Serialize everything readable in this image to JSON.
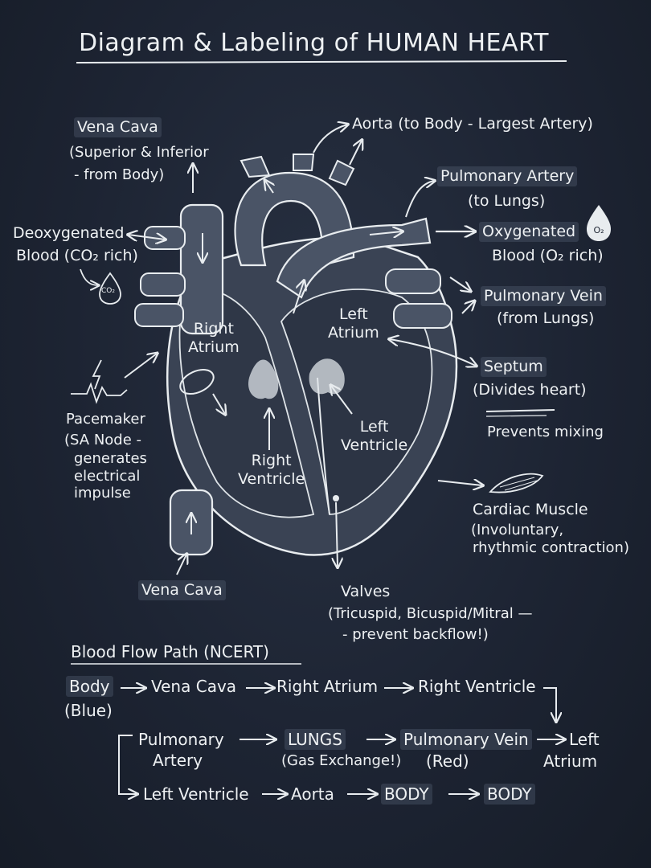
{
  "title": "Diagram & Labeling of HUMAN HEART",
  "labels": {
    "vena_cava_top": "Vena Cava",
    "vena_cava_top_sub1": "(Superior & Inferior",
    "vena_cava_top_sub2": "- from Body)",
    "deoxy_1": "Deoxygenated",
    "deoxy_2": "Blood (CO₂ rich)",
    "co2_icon": "CO₂",
    "aorta": "Aorta (to Body - Largest Artery)",
    "pulm_artery_1": "Pulmonary Artery",
    "pulm_artery_2": "(to Lungs)",
    "oxy_1": "Oxygenated",
    "oxy_2": "Blood (O₂ rich)",
    "o2_icon": "O₂",
    "pulm_vein_1": "Pulmonary Vein",
    "pulm_vein_2": "(from Lungs)",
    "septum_1": "Septum",
    "septum_2": "(Divides heart)",
    "septum_3": "Prevents mixing",
    "pacemaker_1": "Pacemaker",
    "pacemaker_2": "(SA Node -",
    "pacemaker_3": "generates",
    "pacemaker_4": "electrical",
    "pacemaker_5": "impulse",
    "right_atrium_1": "Right",
    "right_atrium_2": "Atrium",
    "left_atrium_1": "Left",
    "left_atrium_2": "Atrium",
    "right_ventricle_1": "Right",
    "right_ventricle_2": "Ventricle",
    "left_ventricle_1": "Left",
    "left_ventricle_2": "Ventricle",
    "cardiac_1": "Cardiac Muscle",
    "cardiac_2": "(Involuntary,",
    "cardiac_3": "rhythmic contraction)",
    "vena_cava_bottom": "Vena Cava",
    "valves_1": "Valves",
    "valves_2": "(Tricuspid, Bicuspid/Mitral —",
    "valves_3": "- prevent backflow!)"
  },
  "blood_flow": {
    "heading": "Blood Flow Path (NCERT)",
    "row1": {
      "body": "Body",
      "blue": "(Blue)",
      "vena_cava": "Vena Cava",
      "right_atrium": "Right Atrium",
      "right_ventricle": "Right Ventricle"
    },
    "row2": {
      "pulmonary": "Pulmonary",
      "artery": "Artery",
      "lungs": "LUNGS",
      "gas_exchange": "(Gas Exchange!)",
      "pulm_vein": "Pulmonary Vein",
      "red": "(Red)",
      "left": "Left",
      "atrium": "Atrium"
    },
    "row3": {
      "left_ventricle": "Left Ventricle",
      "aorta": "Aorta",
      "body1": "BODY",
      "body2": "BODY"
    }
  },
  "colors": {
    "board": "#1c2331",
    "chalk": "#eef1f3",
    "heart_fill": "#3a4354",
    "vessel_fill": "#4a5466"
  }
}
